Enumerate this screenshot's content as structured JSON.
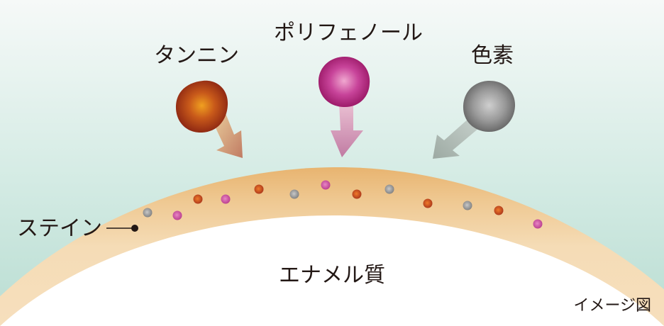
{
  "labels": {
    "tannin": "タンニン",
    "polyphenol": "ポリフェノール",
    "pigment": "色素",
    "stain": "ステイン",
    "enamel": "エナメル質",
    "image_note": "イメージ図"
  },
  "colors": {
    "background_top": "#f6f9f8",
    "background_bottom": "#b9ddd2",
    "enamel_outer_edge": "#e8b470",
    "enamel_layer": "#f5dcb6",
    "enamel_inner": "#ffffff",
    "tannin": "#9a2a12",
    "tannin_core": "#f0a020",
    "polyphenol": "#a0186a",
    "polyphenol_core": "#f0a8d0",
    "pigment": "#6e6e6e",
    "pigment_core": "#c8c8c8",
    "text": "#231815"
  },
  "icons": {
    "tannin_particle": "tannin-blob-icon",
    "polyphenol_particle": "polyphenol-blob-icon",
    "pigment_particle": "pigment-blob-icon"
  },
  "stain_particle_sequence": [
    "pigment",
    "polyphenol",
    "tannin",
    "polyphenol",
    "tannin",
    "pigment",
    "polyphenol",
    "tannin",
    "pigment",
    "tannin",
    "pigment",
    "tannin",
    "polyphenol"
  ]
}
